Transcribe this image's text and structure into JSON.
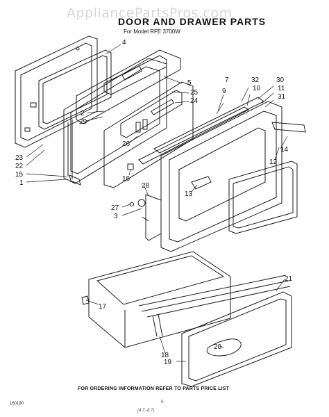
{
  "watermark": "AppliancePartsPros.com",
  "title": "DOOR AND DRAWER PARTS",
  "subtitle": "For Model RFE 3700W",
  "footer": "FOR ORDERING INFORMATION REFER TO PARTS PRICE LIST",
  "code": "160190",
  "page_number": "5",
  "bottom_mark": "(4.7.-8.7)",
  "callouts": {
    "c1": "1",
    "c2": "2",
    "c3": "3",
    "c4": "4",
    "c5": "5",
    "c7": "7",
    "c9": "9",
    "c10": "10",
    "c11": "11",
    "c12": "12",
    "c13": "13",
    "c14": "14",
    "c15": "15",
    "c16": "16",
    "c17": "17",
    "c18": "18",
    "c19": "19",
    "c20": "20",
    "c21": "21",
    "c22": "22",
    "c23": "23",
    "c24": "24",
    "c25": "25",
    "c26": "26",
    "c27": "27",
    "c28": "28",
    "c29": "29",
    "c30": "30",
    "c31": "31",
    "c32": "32"
  }
}
